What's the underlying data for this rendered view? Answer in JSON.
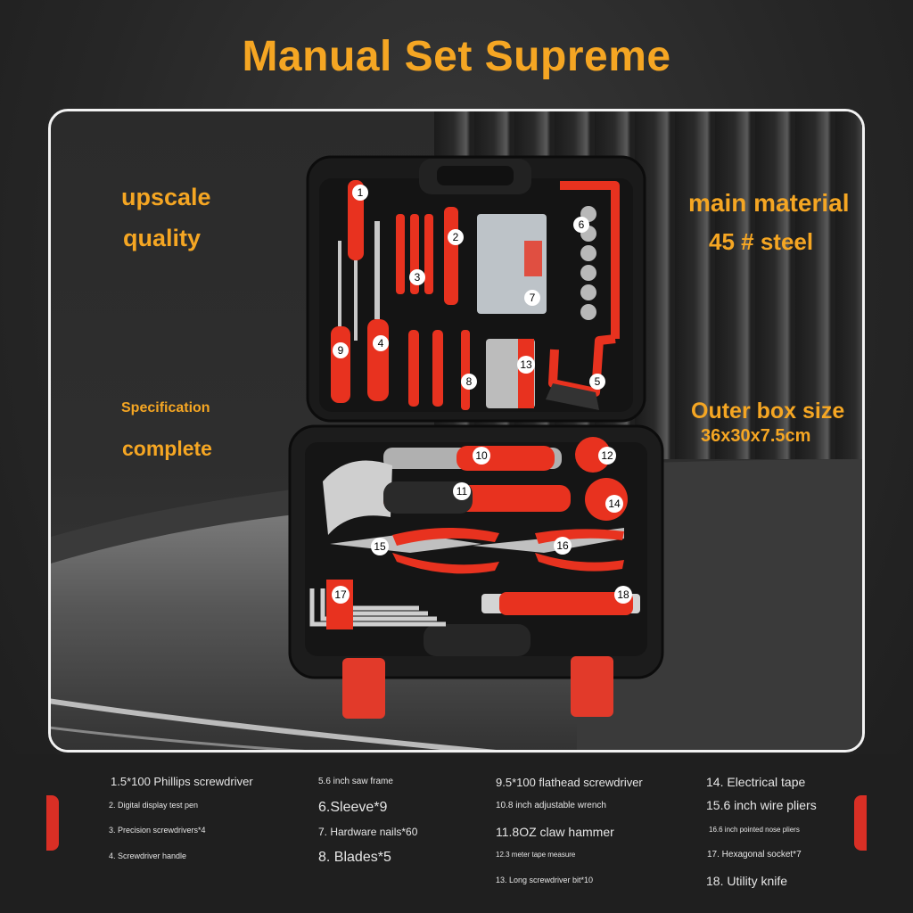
{
  "title": "Manual Set Supreme",
  "left_labels": {
    "upscale": "upscale",
    "quality": "quality",
    "specification": "Specification",
    "complete": "complete"
  },
  "right_labels": {
    "main_material": "main material",
    "steel": "45 # steel",
    "outer_box": "Outer box size",
    "box_dims": "36x30x7.5cm"
  },
  "callout_numbers": [
    "1",
    "2",
    "3",
    "4",
    "5",
    "6",
    "7",
    "8",
    "9",
    "10",
    "11",
    "12",
    "13",
    "14",
    "15",
    "16",
    "17",
    "18"
  ],
  "parts_list": {
    "col1": [
      "1.5*100 Phillips screwdriver",
      "2. Digital display test pen",
      "3. Precision screwdrivers*4",
      "4. Screwdriver handle"
    ],
    "col2": [
      "5.6 inch saw frame",
      "6.Sleeve*9",
      "7. Hardware nails*60",
      "8. Blades*5"
    ],
    "col3": [
      "9.5*100 flathead screwdriver",
      "10.8 inch adjustable wrench",
      "11.8OZ claw hammer",
      "12.3 meter tape measure",
      "13. Long screwdriver bit*10"
    ],
    "col4": [
      "14. Electrical tape",
      "15.6 inch wire pliers",
      "16.6 inch pointed nose pliers",
      "17. Hexagonal socket*7",
      "18. Utility knife"
    ]
  },
  "colors": {
    "accent": "#f5a623",
    "tool_red": "#e8321f",
    "case_black": "#1a1a1a"
  }
}
